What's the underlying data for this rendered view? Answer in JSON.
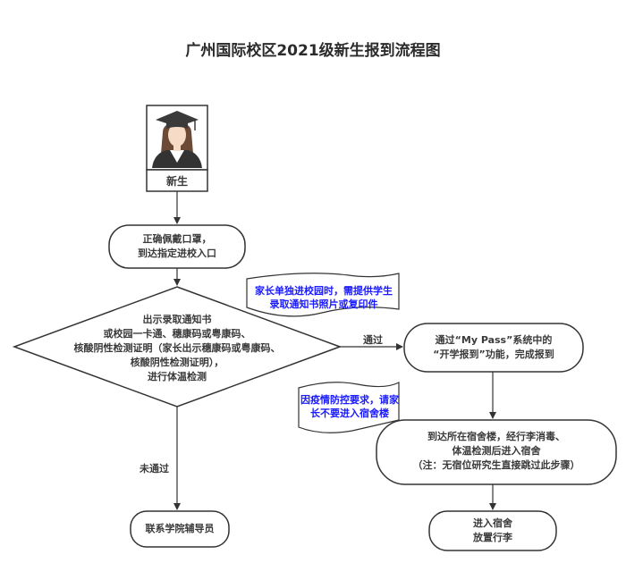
{
  "title": "广州国际校区2021级新生报到流程图",
  "colors": {
    "stroke": "#333333",
    "note_text": "#1a1aff",
    "cap": "#3a3a3a",
    "hair": "#6b4a36",
    "face": "#f6dcc6",
    "gown": "#333333",
    "collar": "#ffffff"
  },
  "nodes": {
    "new_student": {
      "icon": "graduate-student-icon",
      "label": "新生"
    },
    "wear_mask": {
      "label": "正确佩戴口罩，\n到达指定进校入口"
    },
    "check_decision": {
      "label": "出示录取通知书\n或校园一卡通、穗康码或粤康码、\n核酸阴性检测证明（家长出示穗康码或粤康码、\n核酸阴性检测证明），\n进行体温检测"
    },
    "mypass": {
      "label": "通过“My Pass”系统中的\n“开学报到”功能，完成报到"
    },
    "dorm_check": {
      "label": "到达所在宿舍楼，经行李消毒、\n体温检测后进入宿舍\n（注：无宿位研究生直接跳过此步骤）"
    },
    "contact_counselor": {
      "label": "联系学院辅导员"
    },
    "enter_dorm": {
      "label": "进入宿舍\n放置行李"
    }
  },
  "notes": {
    "parent_alone": "家长单独进校园时，需提供学生\n录取通知书照片或复印件",
    "parents_no_dorm": "因疫情防控要求，请家\n长不要进入宿舍楼"
  },
  "edges": {
    "pass": "通过",
    "fail": "未通过"
  }
}
